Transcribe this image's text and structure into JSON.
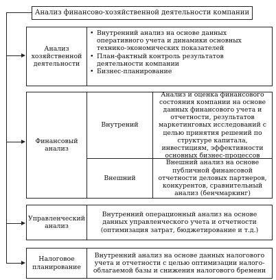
{
  "title": "Анализ финансово-хозяйственной деятельности компании",
  "sections": {
    "economic": {
      "label": "Анализ хозяйственной деятельности",
      "items": [
        "Внутренний анализ на основе данных оперативного учета и динамики основных технико-экономических показателей",
        "План-фактный контроль результатов деятельности компании",
        "Бизнес-планирование"
      ]
    },
    "financial": {
      "label": "Финансовый анализ",
      "internal": {
        "label": "Внутрений",
        "text": "Анализ и оценка финансового состояния компании на основе данных финансового учета и отчетности, результатов маркетинговых исследований с целью принятия решений по структуре капитала, инвестициям, эффективности основных бизнес-процессов"
      },
      "external": {
        "label": "Внешний",
        "text": "Внешний анализ на основе публичной финансовой отчетности деловых партнеров, конкурентов, сравнительный анализ (бенчмаркинг)"
      }
    },
    "management": {
      "label": "Управленческий анализ",
      "text": "Внутренний операционный анализ на основе данных управленческого учета и отчетности (оптимизация затрат, бюджетирование и т.д.)"
    },
    "tax": {
      "label": "Налоговое планирование",
      "text": "Внутренний анализ на основе данных налогового учета и отчетности с целью оптимизации налого-облагаемой базы и снижения налогового бремени"
    }
  }
}
